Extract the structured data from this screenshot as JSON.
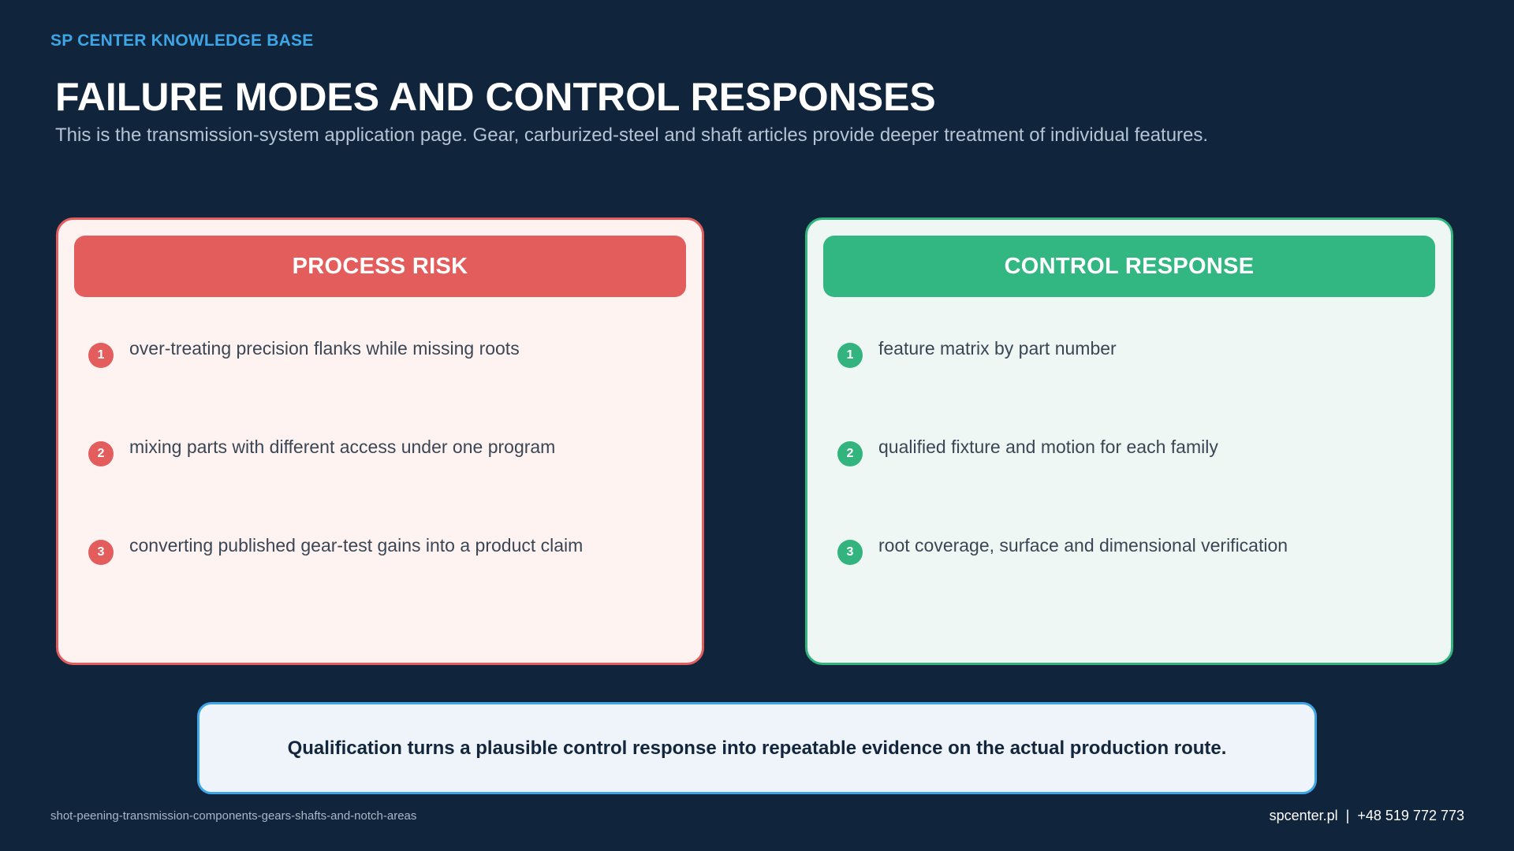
{
  "header": {
    "kicker": "SP CENTER KNOWLEDGE BASE",
    "title": "FAILURE MODES AND CONTROL RESPONSES",
    "subtitle": "This is the transmission-system application page. Gear, carburized-steel and shaft articles provide deeper treatment of individual features."
  },
  "risk_panel": {
    "title": "PROCESS RISK",
    "accent": "#e35d5d",
    "items": [
      {
        "num": "1",
        "text": "over-treating precision flanks while missing roots"
      },
      {
        "num": "2",
        "text": "mixing parts with different access under one program"
      },
      {
        "num": "3",
        "text": "converting published gear-test gains into a product claim"
      }
    ]
  },
  "control_panel": {
    "title": "CONTROL RESPONSE",
    "accent": "#33b47f",
    "items": [
      {
        "num": "1",
        "text": "feature matrix by part number"
      },
      {
        "num": "2",
        "text": "qualified fixture and motion for each family"
      },
      {
        "num": "3",
        "text": "root coverage, surface and dimensional verification"
      }
    ]
  },
  "callout": {
    "text": "Qualification turns a plausible control response into repeatable evidence on the actual production route."
  },
  "footer": {
    "slug": "shot-peening-transmission-components-gears-shafts-and-notch-areas",
    "contact": "spcenter.pl  |  +48 519 772 773"
  },
  "colors": {
    "background": "#10243b",
    "kicker": "#3ea6e6",
    "risk": "#e35d5d",
    "control": "#33b47f"
  }
}
